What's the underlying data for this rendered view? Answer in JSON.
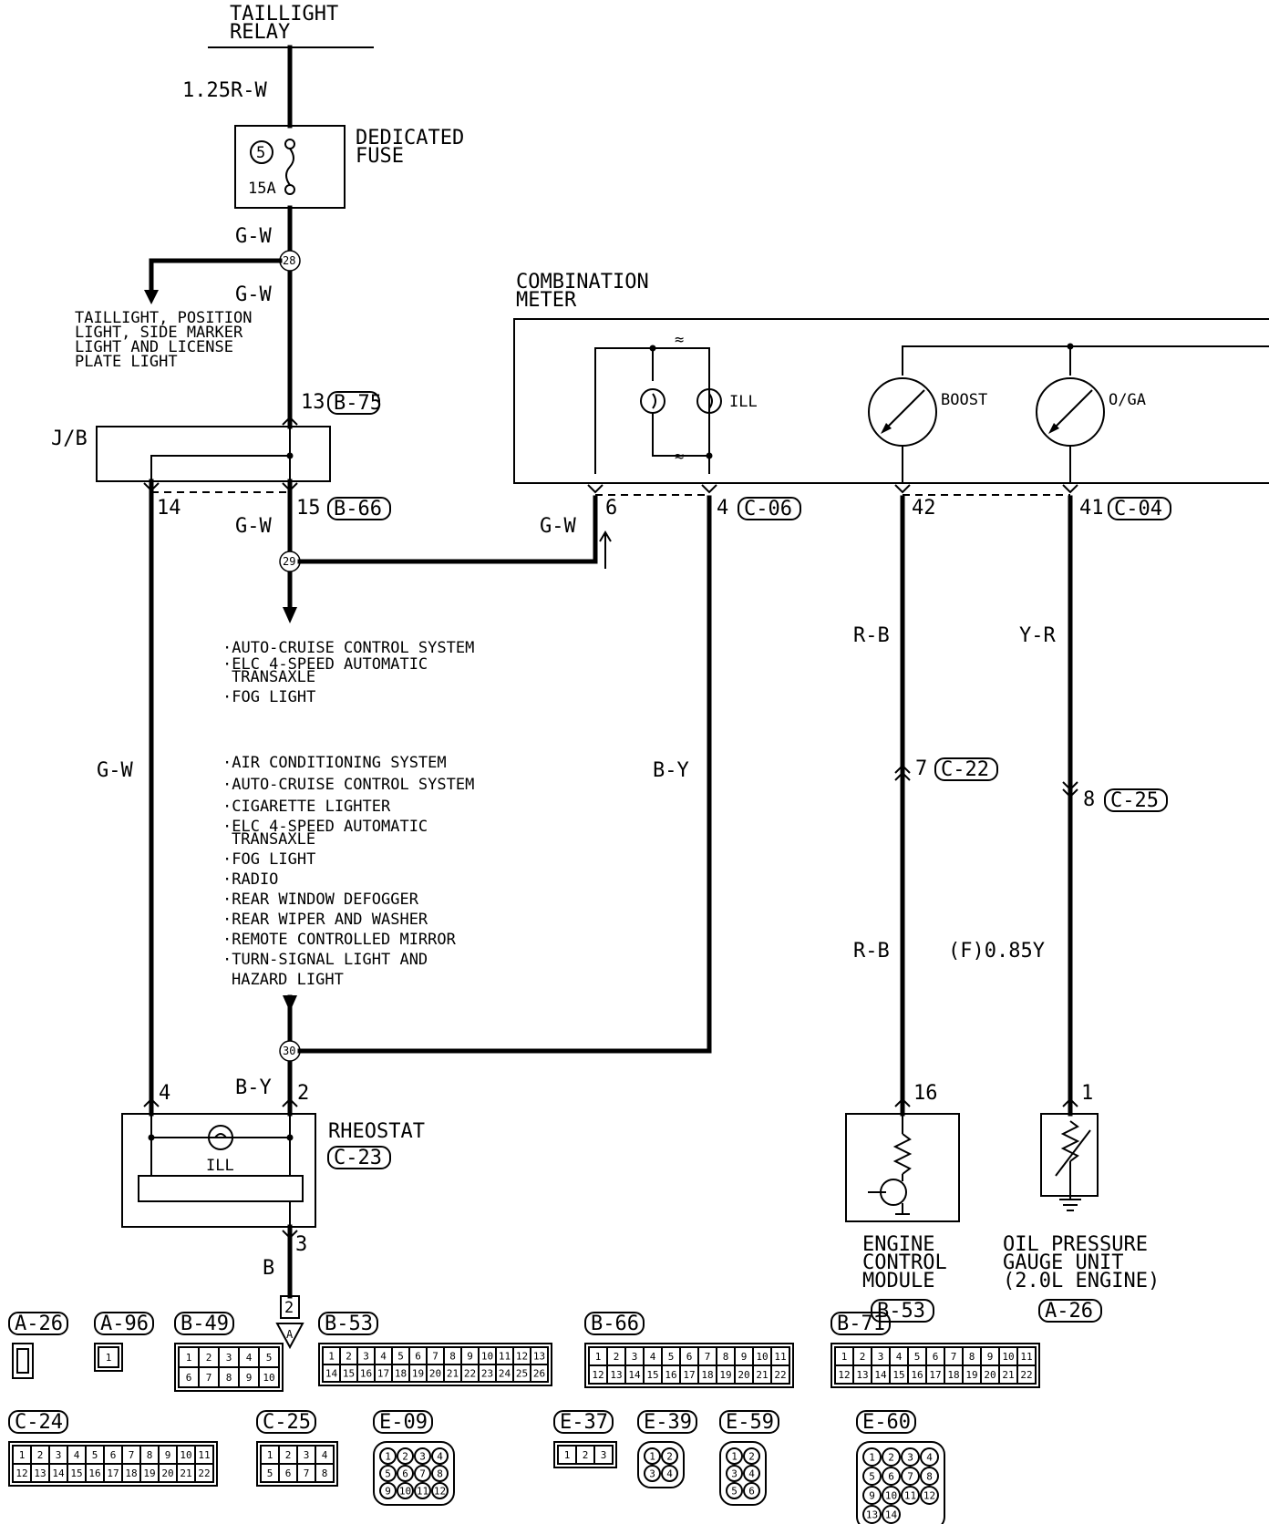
{
  "top": {
    "relay": [
      "TAILLIGHT",
      "RELAY"
    ],
    "wire_in": "1.25R-W",
    "fuse_title": [
      "DEDICATED",
      "FUSE"
    ],
    "fuse_number": "5",
    "fuse_rating": "15A",
    "wire_gw_1": "G-W",
    "wire_gw_2": "G-W",
    "splice_28": "28",
    "taillight_branch": [
      "TAILLIGHT, POSITION",
      "LIGHT, SIDE MARKER",
      "LIGHT AND LICENSE",
      "PLATE LIGHT"
    ]
  },
  "junction": {
    "label": "J/B",
    "pin_13": "13",
    "conn_b75": "B-75",
    "pin_14": "14",
    "pin_15": "15",
    "conn_b66": "B-66"
  },
  "meter": {
    "title": [
      "COMBINATION",
      "METER"
    ],
    "ill": "ILL",
    "boost": "BOOST",
    "oga": "O/GA",
    "pin_6": "6",
    "pin_4": "4",
    "conn_c06": "C-06",
    "pin_42": "42",
    "pin_41": "41",
    "conn_c04": "C-04"
  },
  "mid": {
    "wire_gw_left": "G-W",
    "wire_gw_mid": "G-W",
    "wire_gw_meter": "G-W",
    "splice_29": "29",
    "splice_30": "30",
    "wire_by": "B-Y",
    "wire_by_2": "B-Y",
    "list_1": [
      "·AUTO-CRUISE CONTROL SYSTEM",
      "·ELC 4-SPEED AUTOMATIC",
      "TRANSAXLE",
      "·FOG LIGHT"
    ],
    "list_2": [
      "·AIR CONDITIONING SYSTEM",
      "·AUTO-CRUISE CONTROL SYSTEM",
      "·CIGARETTE LIGHTER",
      "·ELC 4-SPEED AUTOMATIC",
      "TRANSAXLE",
      "·FOG LIGHT",
      "·RADIO",
      "·REAR WINDOW DEFOGGER",
      "·REAR WIPER AND WASHER",
      "·REMOTE CONTROLLED MIRROR",
      "·TURN-SIGNAL LIGHT AND",
      "HAZARD LIGHT"
    ]
  },
  "right": {
    "wire_rb_1": "R-B",
    "wire_rb_2": "R-B",
    "wire_yr": "Y-R",
    "wire_085y": "(F)0.85Y",
    "pin_7": "7",
    "conn_c22": "C-22",
    "pin_8": "8",
    "conn_c25": "C-25",
    "pin_16": "16",
    "pin_1": "1",
    "ecm": [
      "ENGINE",
      "CONTROL",
      "MODULE"
    ],
    "conn_b53": "B-53",
    "oil": [
      "OIL PRESSURE",
      "GAUGE UNIT",
      "(2.0L ENGINE)"
    ],
    "conn_a26": "A-26"
  },
  "rheostat": {
    "title": "RHEOSTAT",
    "conn": "C-23",
    "ill": "ILL",
    "pin_4": "4",
    "pin_2": "2",
    "pin_3": "3",
    "wire_b": "B",
    "ground_num": "2",
    "ground_letter": "A"
  },
  "connectors": [
    {
      "id": "A-26",
      "pins": []
    },
    {
      "id": "A-96",
      "pins": [
        "1"
      ]
    },
    {
      "id": "B-49",
      "pins": [
        "1",
        "2",
        "3",
        "4",
        "5",
        "6",
        "7",
        "8",
        "9",
        "10"
      ]
    },
    {
      "id": "B-53",
      "pins": [
        "1",
        "2",
        "3",
        "4",
        "5",
        "6",
        "7",
        "8",
        "9",
        "10",
        "11",
        "12",
        "13",
        "14",
        "15",
        "16",
        "17",
        "18",
        "19",
        "20",
        "21",
        "22",
        "23",
        "24",
        "25",
        "26"
      ]
    },
    {
      "id": "B-66",
      "pins": [
        "1",
        "2",
        "3",
        "4",
        "5",
        "6",
        "7",
        "8",
        "9",
        "10",
        "11",
        "12",
        "13",
        "14",
        "15",
        "16",
        "17",
        "18",
        "19",
        "20",
        "21",
        "22"
      ]
    },
    {
      "id": "B-71",
      "pins": [
        "1",
        "2",
        "3",
        "4",
        "5",
        "6",
        "7",
        "8",
        "9",
        "10",
        "11",
        "12",
        "13",
        "14",
        "15",
        "16",
        "17",
        "18",
        "19",
        "20",
        "21",
        "22"
      ]
    },
    {
      "id": "C-24",
      "pins": [
        "1",
        "2",
        "3",
        "4",
        "5",
        "6",
        "7",
        "8",
        "9",
        "10",
        "11",
        "12",
        "13",
        "14",
        "15",
        "16",
        "17",
        "18",
        "19",
        "20",
        "21",
        "22"
      ]
    },
    {
      "id": "C-25",
      "pins": [
        "1",
        "2",
        "3",
        "4",
        "5",
        "6",
        "7",
        "8"
      ]
    },
    {
      "id": "E-09",
      "pins": [
        "1",
        "2",
        "3",
        "4",
        "5",
        "6",
        "7",
        "8",
        "9",
        "10",
        "11",
        "12"
      ]
    },
    {
      "id": "E-37",
      "pins": [
        "1",
        "2",
        "3"
      ]
    },
    {
      "id": "E-39",
      "pins": [
        "1",
        "2",
        "3",
        "4"
      ]
    },
    {
      "id": "E-59",
      "pins": [
        "1",
        "2",
        "3",
        "4",
        "5",
        "6"
      ]
    },
    {
      "id": "E-60",
      "pins": [
        "1",
        "2",
        "3",
        "4",
        "5",
        "6",
        "7",
        "8",
        "9",
        "10",
        "11",
        "12",
        "13",
        "14"
      ]
    }
  ]
}
